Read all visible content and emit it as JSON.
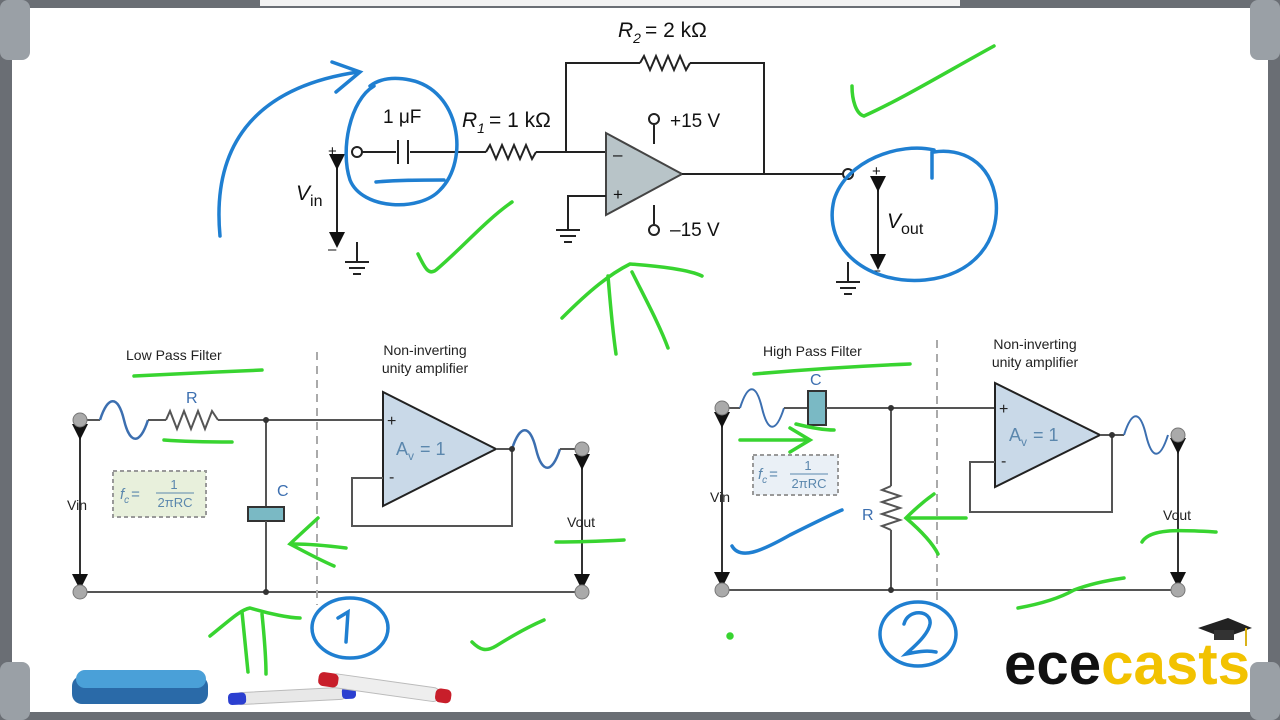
{
  "top_circuit": {
    "capacitor_label": "1 μF",
    "r1_label": "R",
    "r1_sub": "1",
    "r1_value": "= 1 kΩ",
    "r2_label": "R",
    "r2_sub": "2",
    "r2_value": "= 2 kΩ",
    "vplus_supply": "+15 V",
    "vminus_supply": "–15 V",
    "vin_label": "V",
    "vin_sub": "in",
    "vout_label": "V",
    "vout_sub": "out",
    "plus": "+",
    "minus": "–"
  },
  "low_pass": {
    "title": "Low Pass Filter",
    "amp_title_line1": "Non-inverting",
    "amp_title_line2": "unity amplifier",
    "r_label": "R",
    "c_label": "C",
    "formula_lhs": "f",
    "formula_sub": "c",
    "formula_eq": "=",
    "formula_num": "1",
    "formula_den": "2πRC",
    "gain": "A",
    "gain_sub": "v",
    "gain_val": "= 1",
    "vin": "Vin",
    "vout": "Vout",
    "plus": "+",
    "minus": "-"
  },
  "high_pass": {
    "title": "High Pass Filter",
    "amp_title_line1": "Non-inverting",
    "amp_title_line2": "unity amplifier",
    "r_label": "R",
    "c_label": "C",
    "formula_lhs": "f",
    "formula_sub": "c",
    "formula_eq": "=",
    "formula_num": "1",
    "formula_den": "2πRC",
    "gain": "A",
    "gain_sub": "v",
    "gain_val": "= 1",
    "vin": "Vin",
    "vout": "Vout",
    "plus": "+",
    "minus": "-"
  },
  "brand": {
    "logo_text": "ececasts"
  },
  "colors": {
    "ink_blue": "#1f7fd1",
    "ink_green": "#38d430",
    "amp_fill": "#c9d9e8",
    "amp_text": "#5b87ad"
  }
}
